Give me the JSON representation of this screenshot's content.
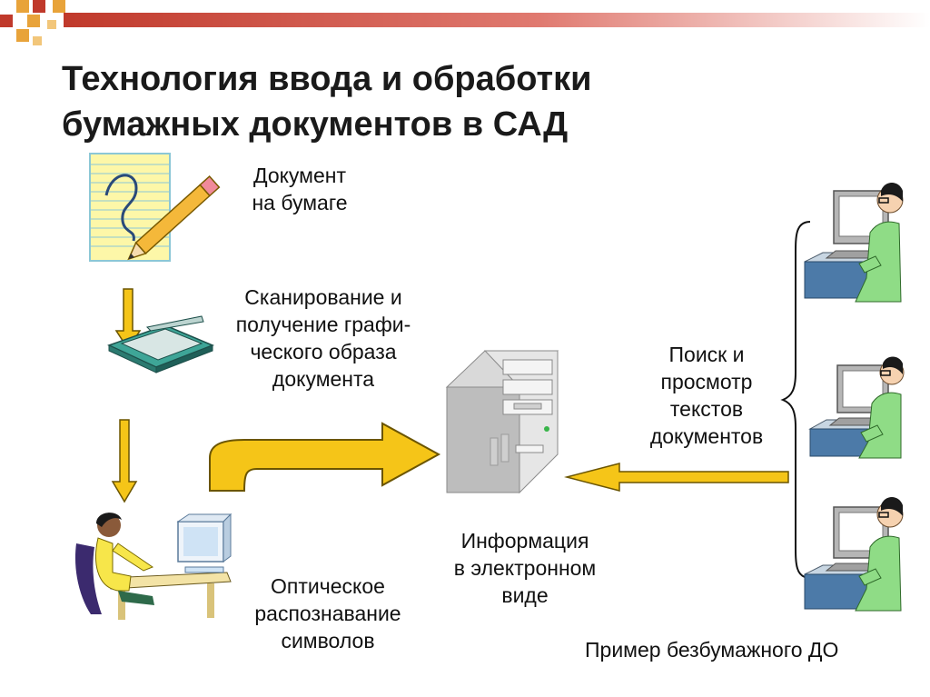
{
  "title": {
    "line1": "Технология ввода и обработки",
    "line2": "бумажных документов в САД"
  },
  "steps": {
    "paper": {
      "line1": "Документ",
      "line2": "на бумаге"
    },
    "scan": {
      "line1": "Сканирование и",
      "line2": "получение графи-",
      "line3": "ческого образа",
      "line4": "документа"
    },
    "ocr": {
      "line1": "Оптическое",
      "line2": "распознавание",
      "line3": "символов"
    },
    "electronic": {
      "line1": "Информация",
      "line2": "в электронном",
      "line3": "виде"
    },
    "search": {
      "line1": "Поиск и",
      "line2": "просмотр",
      "line3": "текстов",
      "line4": "документов"
    }
  },
  "caption": "Пример безбумажного ДО",
  "colors": {
    "accent_red": "#c0392b",
    "accent_orange": "#e8a33a",
    "arrow_fill": "#f5c518",
    "arrow_stroke": "#6b5500",
    "monitor": "#9a9a9a"
  },
  "icons": {
    "paper": "paper-pencil-icon",
    "scanner": "scanner-icon",
    "ocr_worker": "operator-at-computer-icon",
    "server": "computer-tower-icon",
    "users": "user-workstation-icon"
  }
}
